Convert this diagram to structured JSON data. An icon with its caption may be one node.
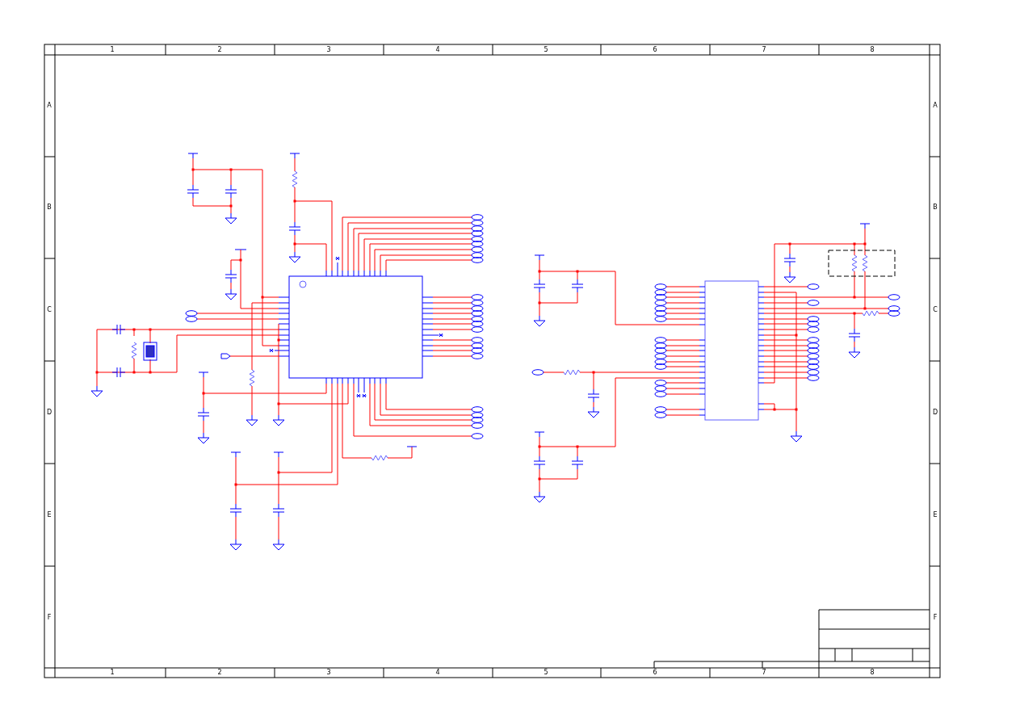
{
  "diagram": {
    "labels": [
      "1",
      "2",
      "3",
      "4",
      "5",
      "6",
      "7",
      "8",
      "A",
      "A",
      "B",
      "B",
      "C",
      "C",
      "D",
      "D",
      "E",
      "E",
      "F",
      "F",
      "1",
      "2",
      "3",
      "4",
      "5",
      "6",
      "7",
      "8"
    ]
  }
}
